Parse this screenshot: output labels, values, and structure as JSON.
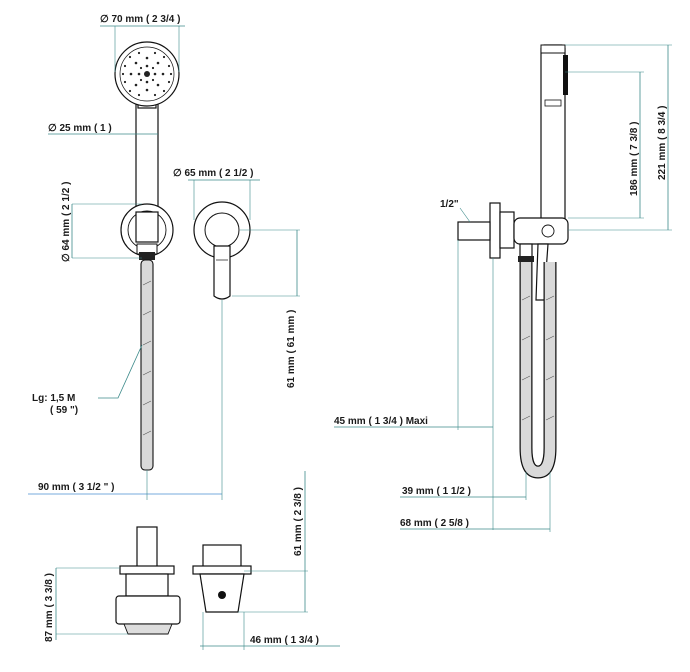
{
  "labels": {
    "head_diam": "∅  70 mm  ( 2 3/4 )",
    "handle_diam": "∅  25 mm  ( 1 )",
    "flange_diam": "∅  65 mm  ( 2 1/2 )",
    "holder_diam": "∅  64 mm  ( 2 1/2 )",
    "outlet_depth": "61 mm  ( 61 mm )",
    "hose_length_1": "Lg: 1,5 M",
    "hose_length_2": "( 59 \")",
    "spacing": "90 mm  ( 3 1/2 \" )",
    "bottom_height": "61 mm  ( 2 3/8 )",
    "bottom_total": "87 mm  ( 3 3/8 )",
    "bottom_depth": "46 mm  ( 1 3/4 )",
    "thread": "1/2\"",
    "head_height": "186 mm  ( 7 3/8 )",
    "total_height": "221 mm  ( 8 3/4 )",
    "max_offset": "45 mm  ( 1 3/4 )  Maxi",
    "hose_offset": "39 mm  ( 1 1/2 )",
    "total_depth": "68 mm  ( 2 5/8 )"
  }
}
